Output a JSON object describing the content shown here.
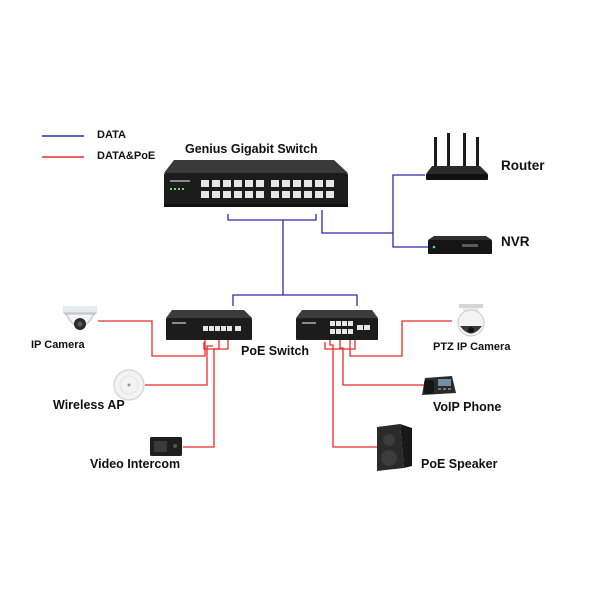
{
  "legend": {
    "items": [
      {
        "label": "DATA",
        "color": "#2b2ba8"
      },
      {
        "label": "DATA&PoE",
        "color": "#ee2a2a"
      }
    ]
  },
  "labels": {
    "core_switch": "Genius Gigabit Switch",
    "router": "Router",
    "nvr": "NVR",
    "poe_switch": "PoE Switch",
    "ip_camera": "IP Camera",
    "wireless_ap": "Wireless AP",
    "video_intercom": "Video Intercom",
    "ptz_camera": "PTZ IP Camera",
    "voip_phone": "VoIP Phone",
    "poe_speaker": "PoE Speaker"
  },
  "colors": {
    "data_line": "#2b2ba8",
    "poe_line": "#ee2a2a",
    "device_dark": "#1c1c1c",
    "port": "#e6e6e6"
  },
  "icons": {
    "core_switch": "switch-24-port-icon",
    "router": "router-icon",
    "nvr": "nvr-recorder-icon",
    "poe_switch_left": "poe-switch-icon",
    "poe_switch_right": "poe-switch-icon",
    "ip_camera": "dome-camera-icon",
    "wireless_ap": "wireless-ap-icon",
    "video_intercom": "intercom-icon",
    "ptz_camera": "ptz-camera-icon",
    "voip_phone": "ip-phone-icon",
    "poe_speaker": "speaker-icon"
  }
}
